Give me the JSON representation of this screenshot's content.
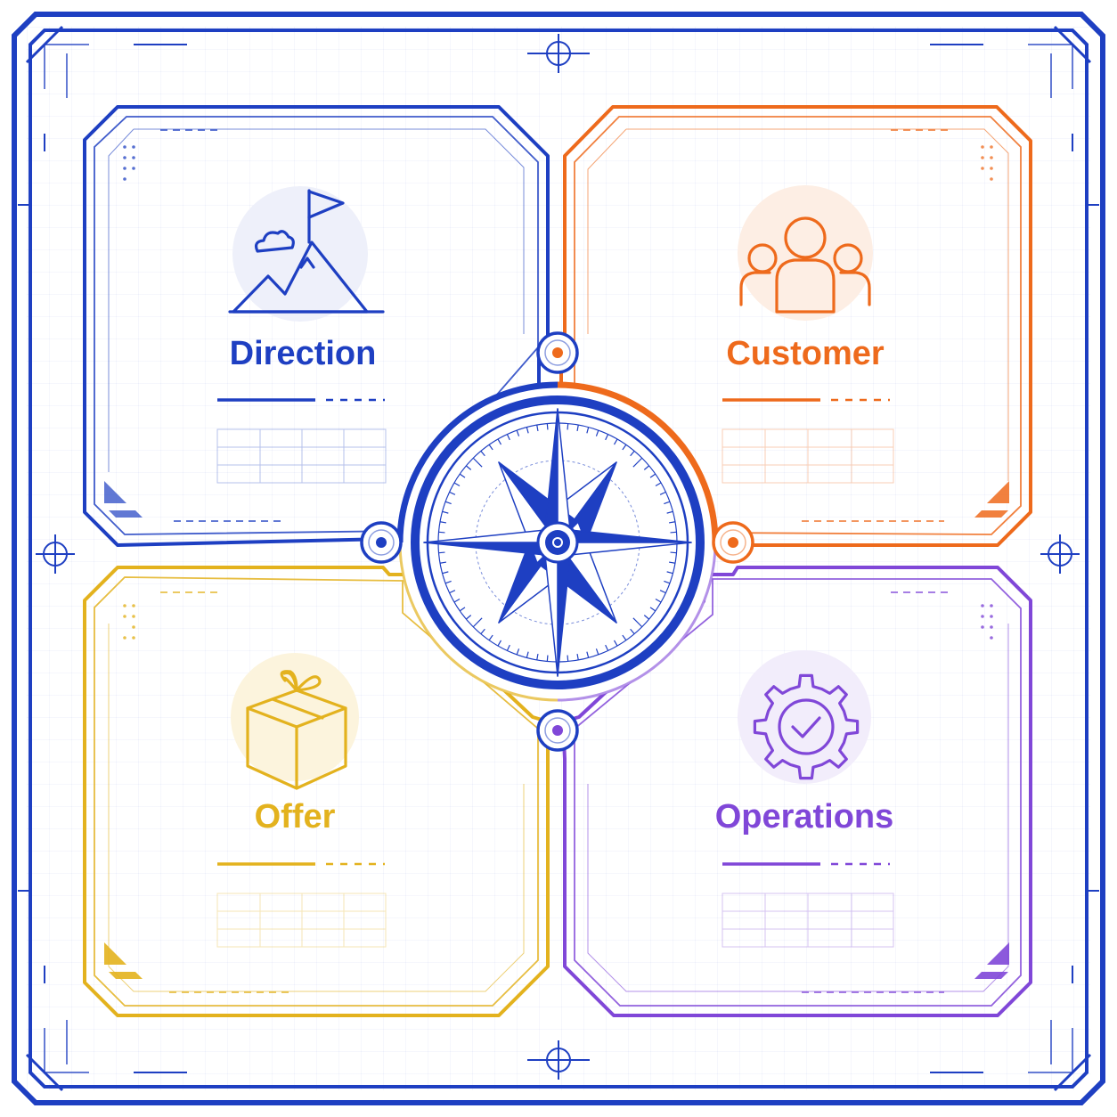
{
  "quadrants": [
    {
      "key": "direction",
      "label": "Direction",
      "icon": "mountain-flag-icon",
      "color": "#1E3FC2"
    },
    {
      "key": "customer",
      "label": "Customer",
      "icon": "people-group-icon",
      "color": "#EE6A1C"
    },
    {
      "key": "offer",
      "label": "Offer",
      "icon": "gift-box-icon",
      "color": "#E3B21E"
    },
    {
      "key": "operations",
      "label": "Operations",
      "icon": "gear-check-icon",
      "color": "#8047D8"
    }
  ],
  "center": {
    "icon": "compass-rose-icon",
    "color": "#1E3FC2"
  },
  "colors": {
    "frame": "#1E3FC2",
    "background": "#FFFFFF"
  }
}
